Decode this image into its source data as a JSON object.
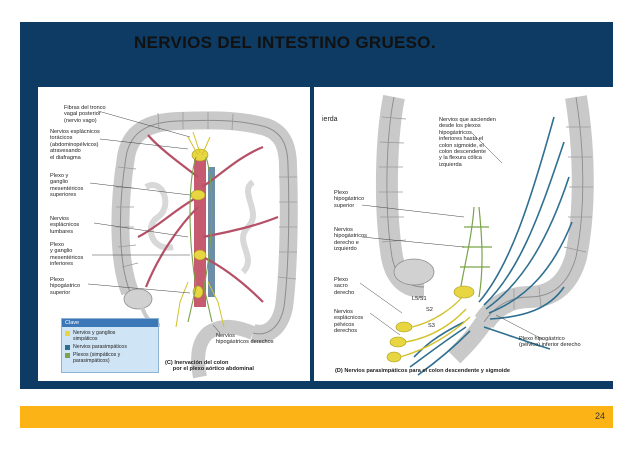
{
  "slide": {
    "title": "NERVIOS DEL INTESTINO GRUESO.",
    "page_number": "24",
    "colors": {
      "header": "#0d3b63",
      "footer": "#fbb316",
      "sympathetic": "#e7d542",
      "parasympathetic": "#2f6f8f",
      "mixed": "#7aa34a"
    }
  },
  "left_figure": {
    "labels": {
      "vagal": "Fibras del tronco\nvagal posterior\n(nervio vago)",
      "thoracic": "Nervios esplácnicos\ntorácicos\n(abdominopélvicos)\natravesando\nel diafragma",
      "superior_mesenteric": "Plexo y\nganglio\nmesentéricos\nsuperiores",
      "lumbar": "Nervios\nesplácnicos\nlumbares",
      "inferior_mesenteric": "Plexo\ny ganglio\nmesentéricos\ninferiores",
      "hypogastric_superior": "Plexo\nhipogástrico\nsuperior",
      "hypogastric_nerves": "Nervios\nhipogástricos derechos",
      "caption": "(C) Inervación del colon\n     por el plexo aórtico abdominal"
    },
    "key": {
      "title": "Clave",
      "items": [
        {
          "label": "Nervios y ganglios\nsimpáticos",
          "color": "#e7d542"
        },
        {
          "label": "Nervios parasimpáticos",
          "color": "#2f6f8f"
        },
        {
          "label": "Plexos (simpáticos y\nparasimpáticos)",
          "color": "#7aa34a"
        }
      ]
    }
  },
  "right_figure": {
    "labels": {
      "edge": "ierda",
      "ascending": "Nervios que ascienden\ndesde los plexos\nhipogástricos\ninferiores hasta el\ncolon sigmoide, el\ncolon descendente\ny la flexura cólica\nizquierda",
      "hypogastric_superior": "Plexo\nhipogástrico\nsuperior",
      "hypogastric_nerves": "Nervios\nhipogástricos\nderecho e\nizquierdo",
      "sacral_plexus": "Plexo\nsacro\nderecho",
      "pelvic_splanchnic": "Nervios\nesplácnicos\npélvicos\nderechos",
      "l5s1": "L5/S1",
      "s2": "S2",
      "s3": "S3",
      "pelvic_plexus": "Plexo hipogástrico\n(pélvico) inferior derecho",
      "caption": "(D) Nervios parasimpáticos para el colon descendente y sigmoide"
    }
  }
}
